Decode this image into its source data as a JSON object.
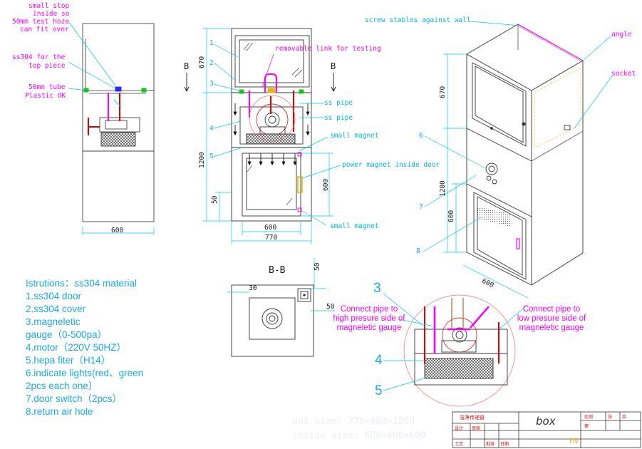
{
  "side_notes": [
    "small stop",
    "inside so",
    "50mm test hoze",
    "can fit over",
    "ss304 for the",
    "top piece",
    "50mm tube",
    "Plastic OK"
  ],
  "front_labels": {
    "removable_link": "removable link for testing",
    "ss_pipe_1": "ss pipe",
    "ss_pipe_2": "ss pipe",
    "small_magnet_top": "small magnet",
    "power_magnet": "power magnet inside door",
    "small_magnet_bottom": "small magnet",
    "section_left": "B",
    "section_right": "B"
  },
  "iso_labels": {
    "screw": "screw stables against wall",
    "angle": "angle",
    "socket": "socket"
  },
  "part_numbers": [
    "1",
    "2",
    "3",
    "4",
    "5",
    "6",
    "7",
    "8"
  ],
  "dimensions": {
    "side_width": "600",
    "front_inner": "600",
    "front_outer": "770",
    "front_h_top": "670",
    "front_h_body": "1200",
    "front_h_base": "50",
    "front_door_h": "600",
    "iso_h_top": "670",
    "iso_h_body": "1200",
    "iso_h_base": "600",
    "iso_depth": "600",
    "bb_50_a": "50",
    "bb_30": "30",
    "bb_50_b": "50"
  },
  "section_title": "B-B",
  "instructions": [
    "Istrutions：ss304 material",
    "1.ss304 door",
    "2.ss304 cover",
    "3.magneletic",
    "gauge（0-500pa）",
    "4.motor（220V  50HZ）",
    "5.hepa fiter（H14）",
    "6.indicate lights(red、green",
    "2pcs each one）",
    "7.door switch（2pcs）",
    "8.return air hole"
  ],
  "detail": {
    "num_3": "3",
    "num_4": "4",
    "num_5": "5",
    "high_side": [
      "Connect pipe to",
      "high presure side of",
      "magneletic gauge"
    ],
    "low_side": [
      "Connect pipe to",
      "low presure side of",
      "magneletic gauge"
    ]
  },
  "faint_sizes": {
    "out": "out size: 770×680×1200",
    "inside": "inside size: 600×600×600"
  },
  "title_block": {
    "name_cn": "洁净传递窗",
    "title": "box",
    "author": "YN",
    "cells": [
      "设计",
      "审核",
      "工艺",
      "批准",
      "比例",
      "张",
      "共",
      "第",
      "日期"
    ]
  },
  "colors": {
    "cyan": "#00c8ff",
    "magenta": "#ff00ff",
    "red": "#e00000",
    "text_blue": "#1aa7f0",
    "line": "#333333"
  }
}
